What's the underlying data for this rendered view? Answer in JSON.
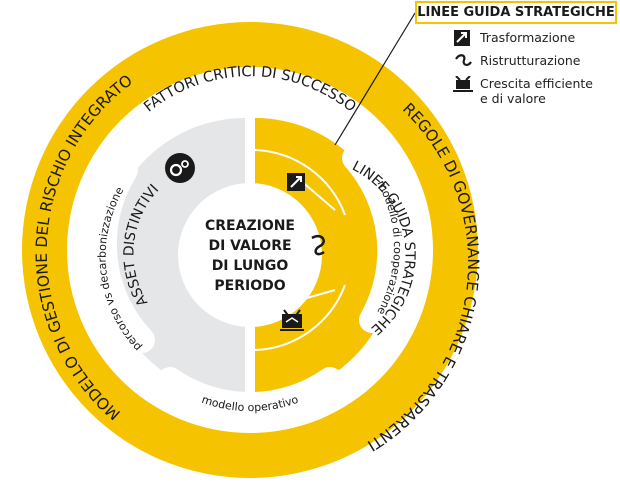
{
  "outer_ring": {
    "left_label": "MODELLO DI GESTIONE DEL RISCHIO INTEGRATO",
    "right_label": "REGOLE DI GOVERNANCE CHIARE E TRASPARENTI"
  },
  "white_ring": {
    "top_label": "FATTORI CRITICI DI SUCCESSO"
  },
  "inner_ring": {
    "left_label": "percorso vs decarbonizzazione",
    "right_label": "modello di cooperazione",
    "bottom_label": "modello operativo"
  },
  "left_half": {
    "label": "ASSET DISTINTIVI",
    "icon": "gears-icon"
  },
  "right_half": {
    "label": "LINEE GUIDA STRATEGICHE"
  },
  "center": {
    "line1": "CREAZIONE",
    "line2": "DI VALORE",
    "line3": "DI LUNGO",
    "line4": "PERIODO"
  },
  "legend": {
    "title": "LINEE GUIDA STRATEGICHE",
    "items": [
      {
        "icon": "transformation-arrow-icon",
        "label": "Trasformazione"
      },
      {
        "icon": "restructuring-loop-icon",
        "label": "Ristrutturazione"
      },
      {
        "icon": "efficient-growth-icon",
        "label": "Crescita efficiente",
        "label2": "e di valore"
      }
    ]
  },
  "colors": {
    "yellow": "#f5c300",
    "light_gray": "#e4e6e8",
    "white": "#ffffff",
    "dark": "#1a1a1a"
  }
}
